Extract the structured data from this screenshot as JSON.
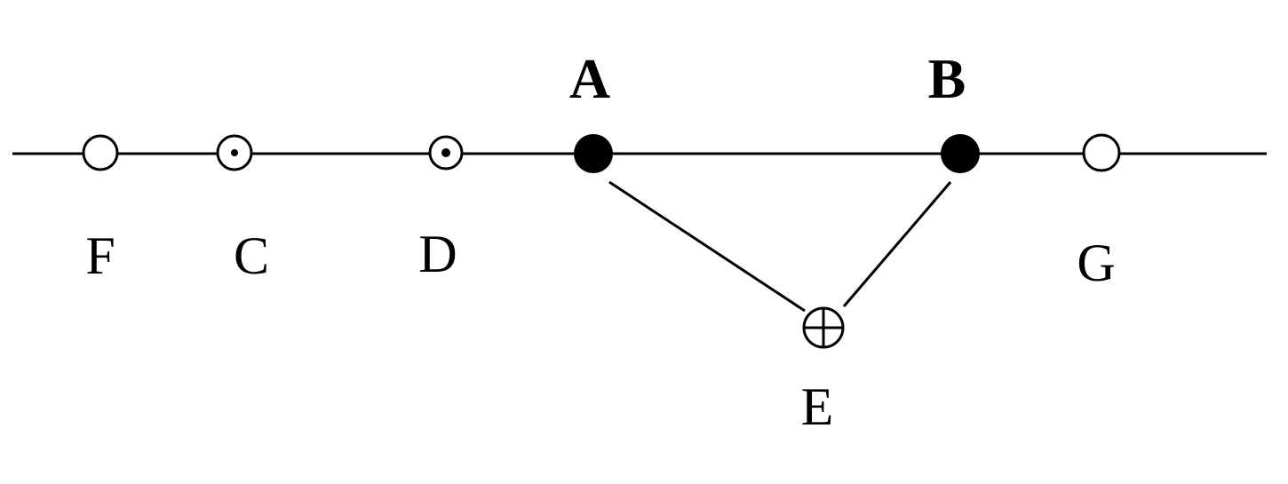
{
  "points": {
    "A": {
      "label": "A"
    },
    "B": {
      "label": "B"
    },
    "C": {
      "label": "C"
    },
    "D": {
      "label": "D"
    },
    "E": {
      "label": "E"
    },
    "F": {
      "label": "F"
    },
    "G": {
      "label": "G"
    }
  },
  "colors": {
    "ink": "#000000",
    "background": "#ffffff"
  }
}
